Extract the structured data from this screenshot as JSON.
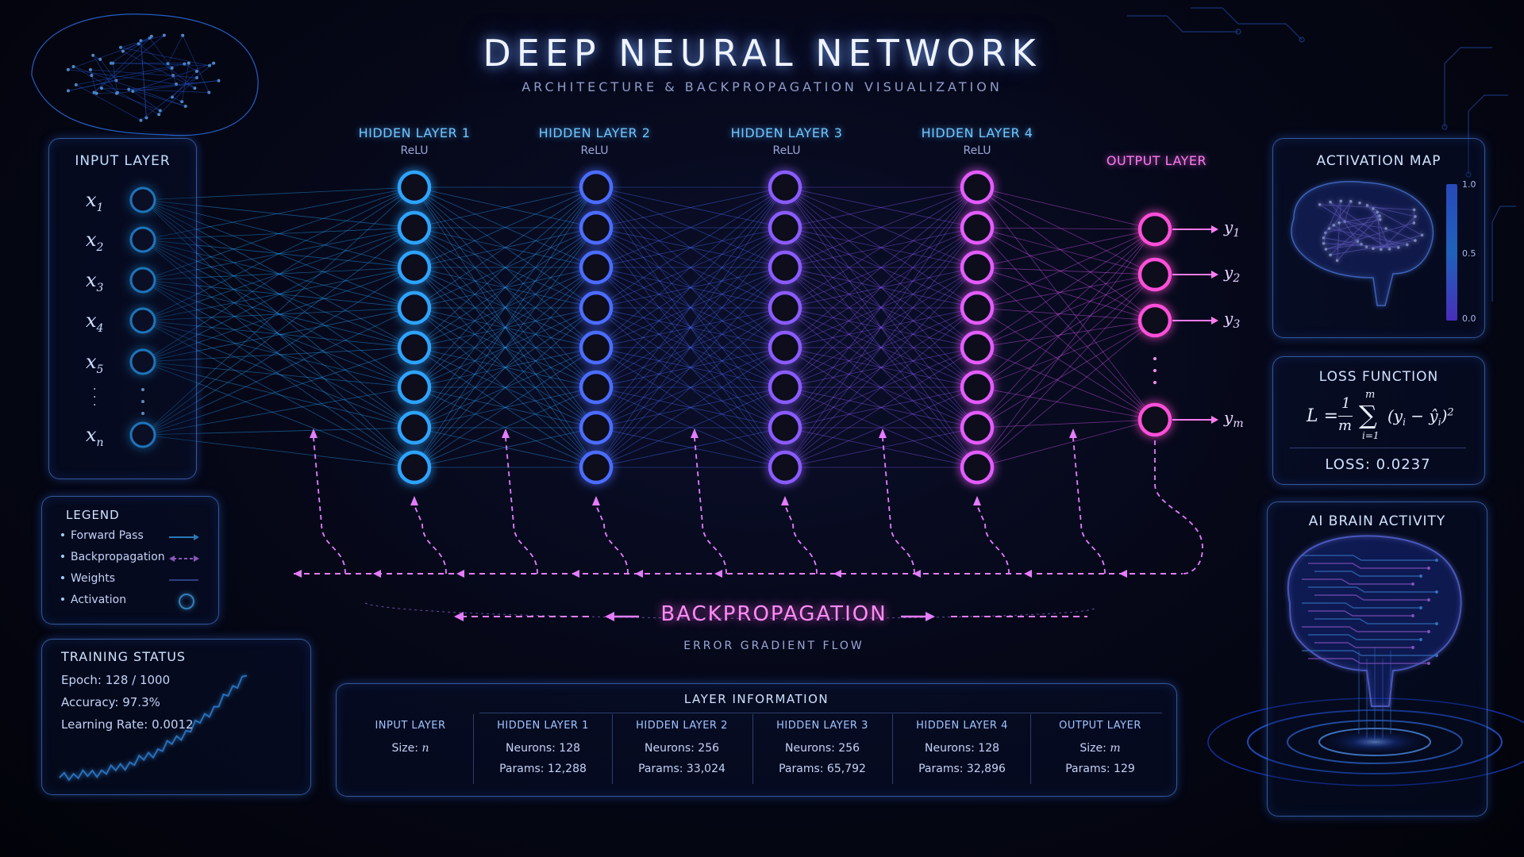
{
  "header": {
    "title": "DEEP NEURAL NETWORK",
    "subtitle": "ARCHITECTURE & BACKPROPAGATION VISUALIZATION"
  },
  "layers": {
    "input": {
      "title": "INPUT LAYER",
      "inputs": [
        {
          "base": "x",
          "sub": "1"
        },
        {
          "base": "x",
          "sub": "2"
        },
        {
          "base": "x",
          "sub": "3"
        },
        {
          "base": "x",
          "sub": "4"
        },
        {
          "base": "x",
          "sub": "5"
        },
        {
          "base": "x",
          "sub": "n"
        }
      ],
      "ellipsis": "·\n·\n·"
    },
    "hidden": [
      {
        "name": "HIDDEN LAYER 1",
        "activation": "ReLU"
      },
      {
        "name": "HIDDEN LAYER 2",
        "activation": "ReLU"
      },
      {
        "name": "HIDDEN LAYER 3",
        "activation": "ReLU"
      },
      {
        "name": "HIDDEN LAYER 4",
        "activation": "ReLU"
      }
    ],
    "output": {
      "title": "OUTPUT LAYER",
      "outputs": [
        {
          "base": "y",
          "sub": "1"
        },
        {
          "base": "y",
          "sub": "2"
        },
        {
          "base": "y",
          "sub": "3"
        },
        {
          "base": "y",
          "sub": "m"
        }
      ]
    }
  },
  "activation_map": {
    "title": "ACTIVATION MAP",
    "scale_labels": [
      "1.0",
      "0.5",
      "0.0"
    ],
    "icon": "brain-icon"
  },
  "loss_function": {
    "title": "LOSS FUNCTION",
    "formula_lhs": "L =",
    "frac_num": "1",
    "frac_den": "m",
    "sum_top": "m",
    "sum_bottom": "i=1",
    "sum_symbol": "∑",
    "term": "(y",
    "term_sub": "i",
    "term_mid": " − ŷ",
    "term_sub2": "i",
    "term_end": ")",
    "power": "2",
    "loss_value": "LOSS: 0.0237"
  },
  "brain_activity": {
    "title": "AI BRAIN ACTIVITY",
    "icon": "circuit-brain-icon"
  },
  "legend": {
    "title": "LEGEND",
    "items": [
      {
        "label": "Forward Pass",
        "icon": "forward-arrow-icon"
      },
      {
        "label": "Backpropagation",
        "icon": "dashed-double-arrow-icon"
      },
      {
        "label": "Weights",
        "icon": "line-icon"
      },
      {
        "label": "Activation",
        "icon": "circle-icon"
      }
    ]
  },
  "training_status": {
    "title": "TRAINING STATUS",
    "epoch": "Epoch: 128 / 1000",
    "accuracy": "Accuracy: 97.3%",
    "learning_rate": "Learning Rate: 0.0012"
  },
  "backprop": {
    "label": "BACKPROPAGATION",
    "sub": "ERROR GRADIENT FLOW"
  },
  "layer_information": {
    "title": "LAYER INFORMATION",
    "columns": [
      {
        "header": "INPUT LAYER",
        "line1": "Size: ",
        "line1_var": "n",
        "line2": ""
      },
      {
        "header": "HIDDEN LAYER 1",
        "line1": "Neurons: 128",
        "line1_var": "",
        "line2": "Params: 12,288"
      },
      {
        "header": "HIDDEN LAYER 2",
        "line1": "Neurons:  256",
        "line1_var": "",
        "line2": "Params: 33,024"
      },
      {
        "header": "HIDDEN LAYER 3",
        "line1": "Neurons:  256",
        "line1_var": "",
        "line2": "Params: 65,792"
      },
      {
        "header": "HIDDEN LAYER 4",
        "line1": "Neurons: 128",
        "line1_var": "",
        "line2": "Params: 32,896"
      },
      {
        "header": "OUTPUT LAYER",
        "line1": "Size: ",
        "line1_var": "m",
        "line2": "Params: 129"
      }
    ]
  },
  "colors": {
    "input_node": "#2aa8ff",
    "hidden1": "#2fa3ff",
    "hidden2": "#4b6dff",
    "hidden3": "#8a5cff",
    "hidden4": "#e45cff",
    "output": "#ff4fd8",
    "backprop": "#e57cff"
  }
}
